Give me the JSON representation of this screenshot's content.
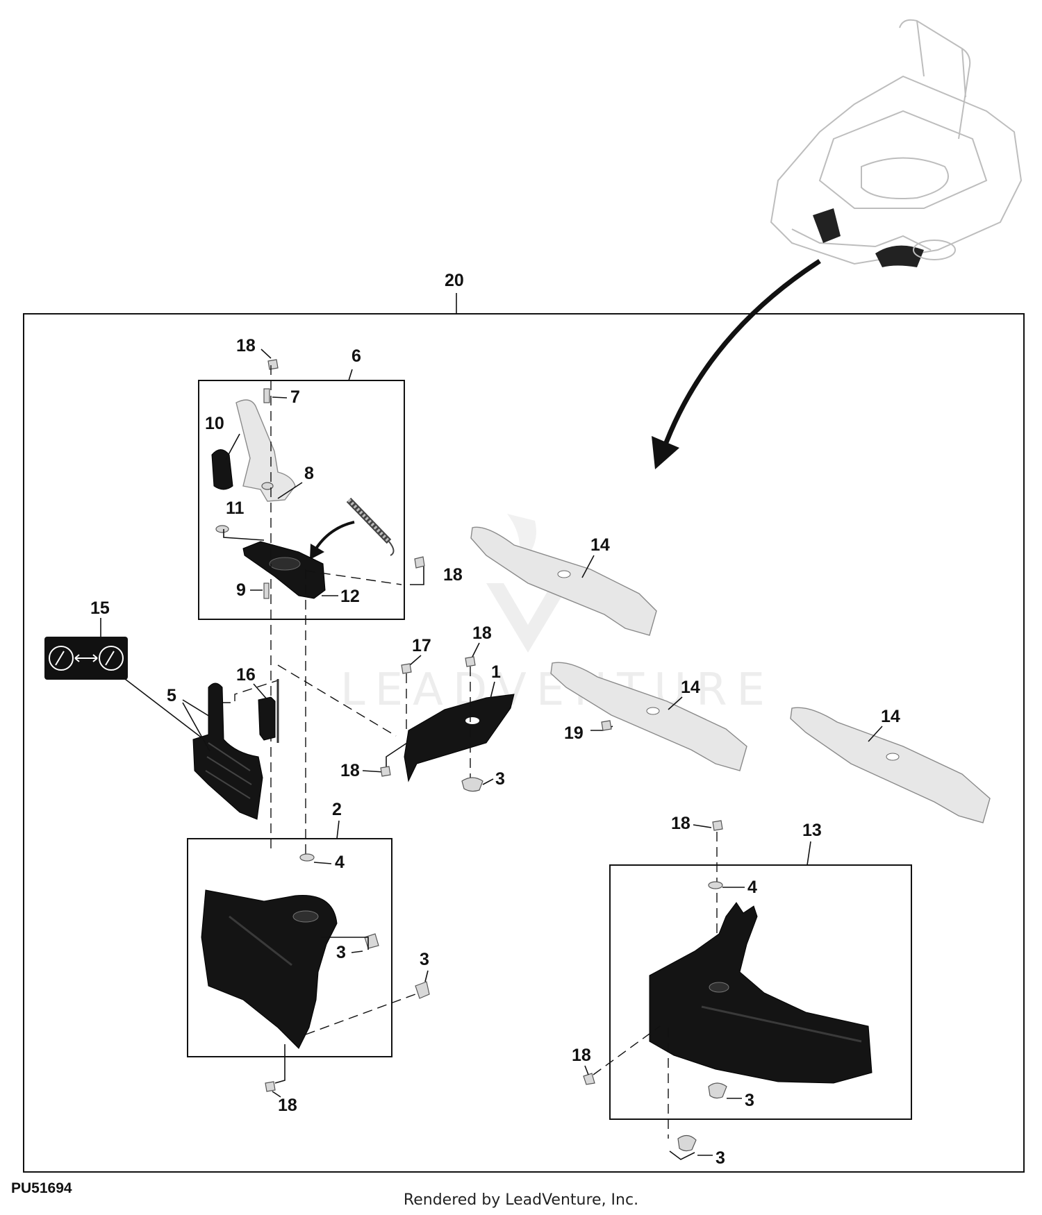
{
  "diagram": {
    "kind": "exploded parts diagram",
    "callouts": {
      "c1": "1",
      "c2": "2",
      "c3a": "3",
      "c3b": "3",
      "c3c": "3",
      "c3d": "3",
      "c3e": "3",
      "c4a": "4",
      "c4b": "4",
      "c5": "5",
      "c6": "6",
      "c7": "7",
      "c8": "8",
      "c9": "9",
      "c10": "10",
      "c11": "11",
      "c12": "12",
      "c13": "13",
      "c14a": "14",
      "c14b": "14",
      "c14c": "14",
      "c15": "15",
      "c16": "16",
      "c17": "17",
      "c18a": "18",
      "c18b": "18",
      "c18c": "18",
      "c18d": "18",
      "c18e": "18",
      "c18f": "18",
      "c18g": "18",
      "c19": "19",
      "c20": "20"
    },
    "watermark": "LEADVENTURE",
    "figure_id": "PU51694",
    "credit": "Rendered by LeadVenture, Inc."
  }
}
